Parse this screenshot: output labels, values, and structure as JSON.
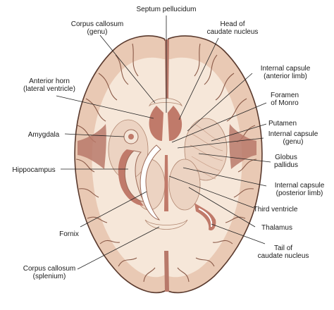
{
  "colors": {
    "cortex_gray": "#e9c9b4",
    "white_matter": "#f6e7d9",
    "sulcus": "#b8796a",
    "ventricle": "#c07a6a",
    "deep_nuclei": "#ecd3c2",
    "fornix": "#ffffff",
    "outline": "#5a3a2e",
    "leader": "#222222"
  },
  "labels": {
    "septum_pellucidum": [
      "Septum pellucidum"
    ],
    "corpus_callosum_genu": [
      "Corpus callosum",
      "(genu)"
    ],
    "head_caudate": [
      "Head of",
      "caudate nucleus"
    ],
    "anterior_horn": [
      "Anterior horn",
      "(lateral ventricle)"
    ],
    "internal_capsule_anterior": [
      "Internal capsule",
      "(anterior limb)"
    ],
    "foramen_monro": [
      "Foramen",
      "of Monro"
    ],
    "amygdala": [
      "Amygdala"
    ],
    "putamen": [
      "Putamen"
    ],
    "internal_capsule_genu": [
      "Internal capsule",
      "(genu)"
    ],
    "globus_pallidus": [
      "Globus",
      "pallidus"
    ],
    "hippocampus": [
      "Hippocampus"
    ],
    "internal_capsule_posterior": [
      "Internal capsule",
      "(posterior limb)"
    ],
    "third_ventricle": [
      "Third ventricle"
    ],
    "fornix": [
      "Fornix"
    ],
    "thalamus": [
      "Thalamus"
    ],
    "tail_caudate": [
      "Tail of",
      "caudate nucleus"
    ],
    "corpus_callosum_splenium": [
      "Corpus callosum",
      "(splenium)"
    ]
  }
}
